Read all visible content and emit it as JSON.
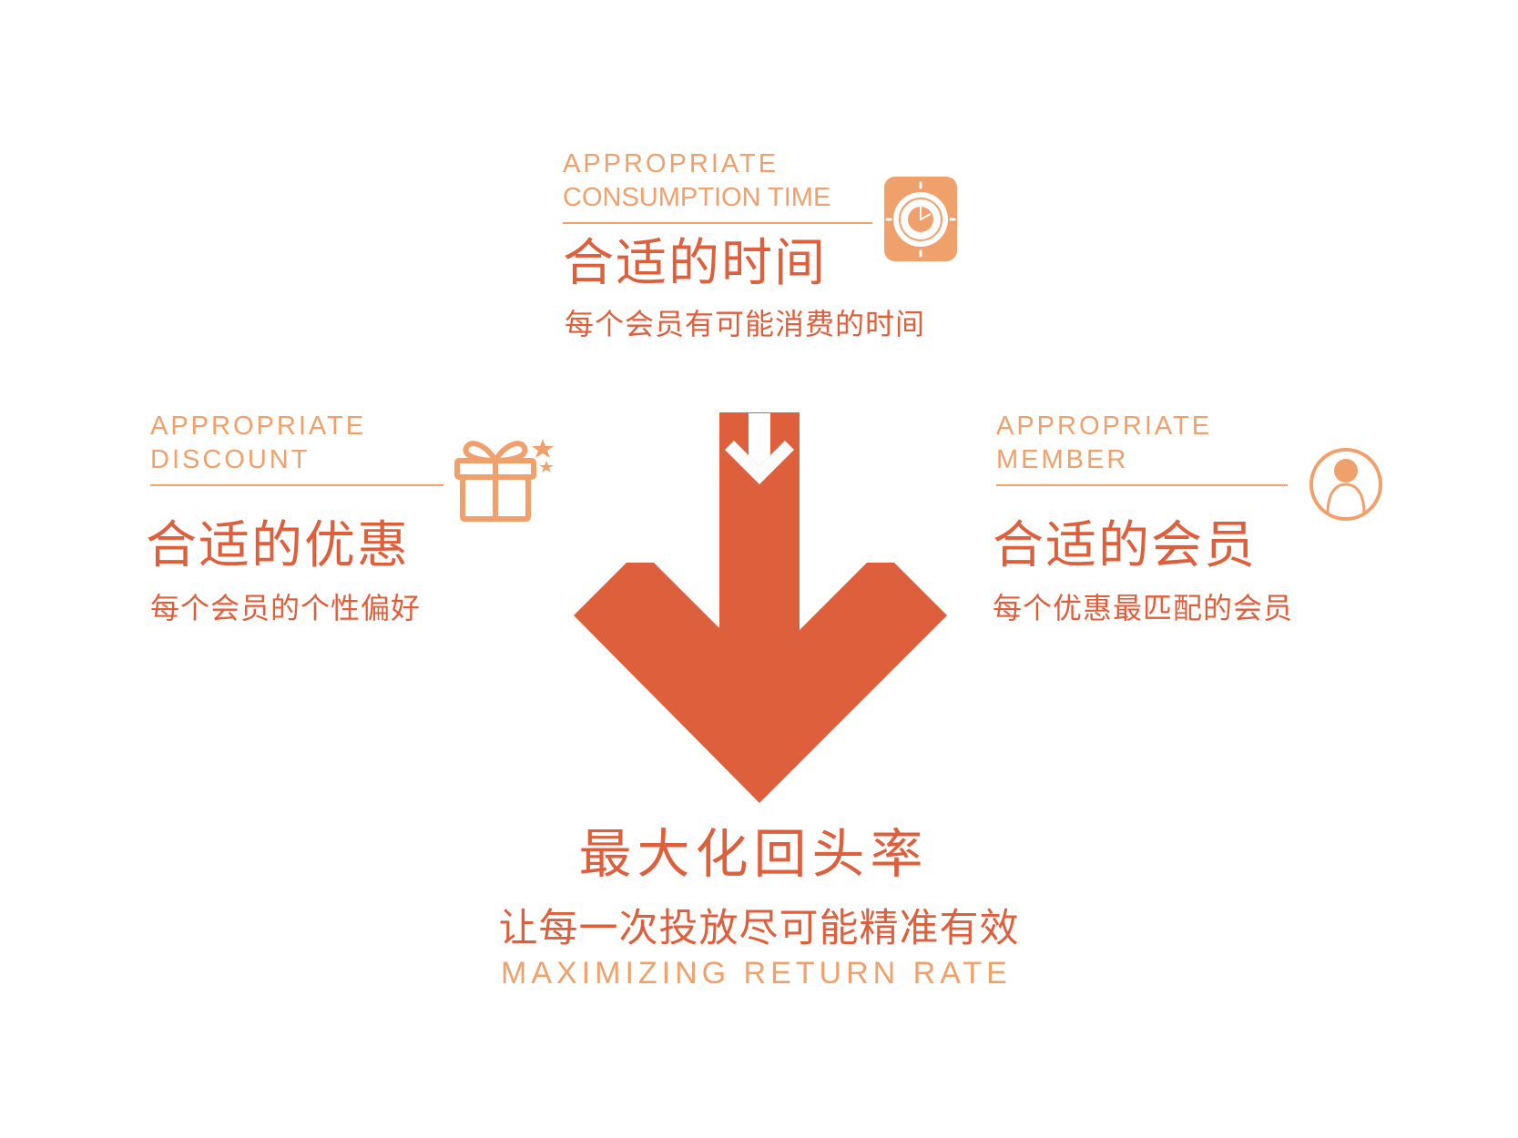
{
  "colors": {
    "primary": "#DE5F3C",
    "secondary": "#F0A06A",
    "background": "#FFFFFF"
  },
  "top": {
    "en_line1": "APPROPRIATE",
    "en_line2": "CONSUMPTION TIME",
    "title": "合适的时间",
    "subtitle": "每个会员有可能消费的时间",
    "icon": "clock-icon"
  },
  "left": {
    "en_line1": "APPROPRIATE",
    "en_line2": "DISCOUNT",
    "title": "合适的优惠",
    "subtitle": "每个会员的个性偏好",
    "icon": "gift-icon"
  },
  "right": {
    "en_line1": "APPROPRIATE",
    "en_line2": "MEMBER",
    "title": "合适的会员",
    "subtitle": "每个优惠最匹配的会员",
    "icon": "user-icon"
  },
  "center": {
    "title": "最大化回头率",
    "subtitle": "让每一次投放尽可能精准有效",
    "en": "MAXIMIZING RETURN RATE",
    "icon": "converging-arrow-icon"
  }
}
